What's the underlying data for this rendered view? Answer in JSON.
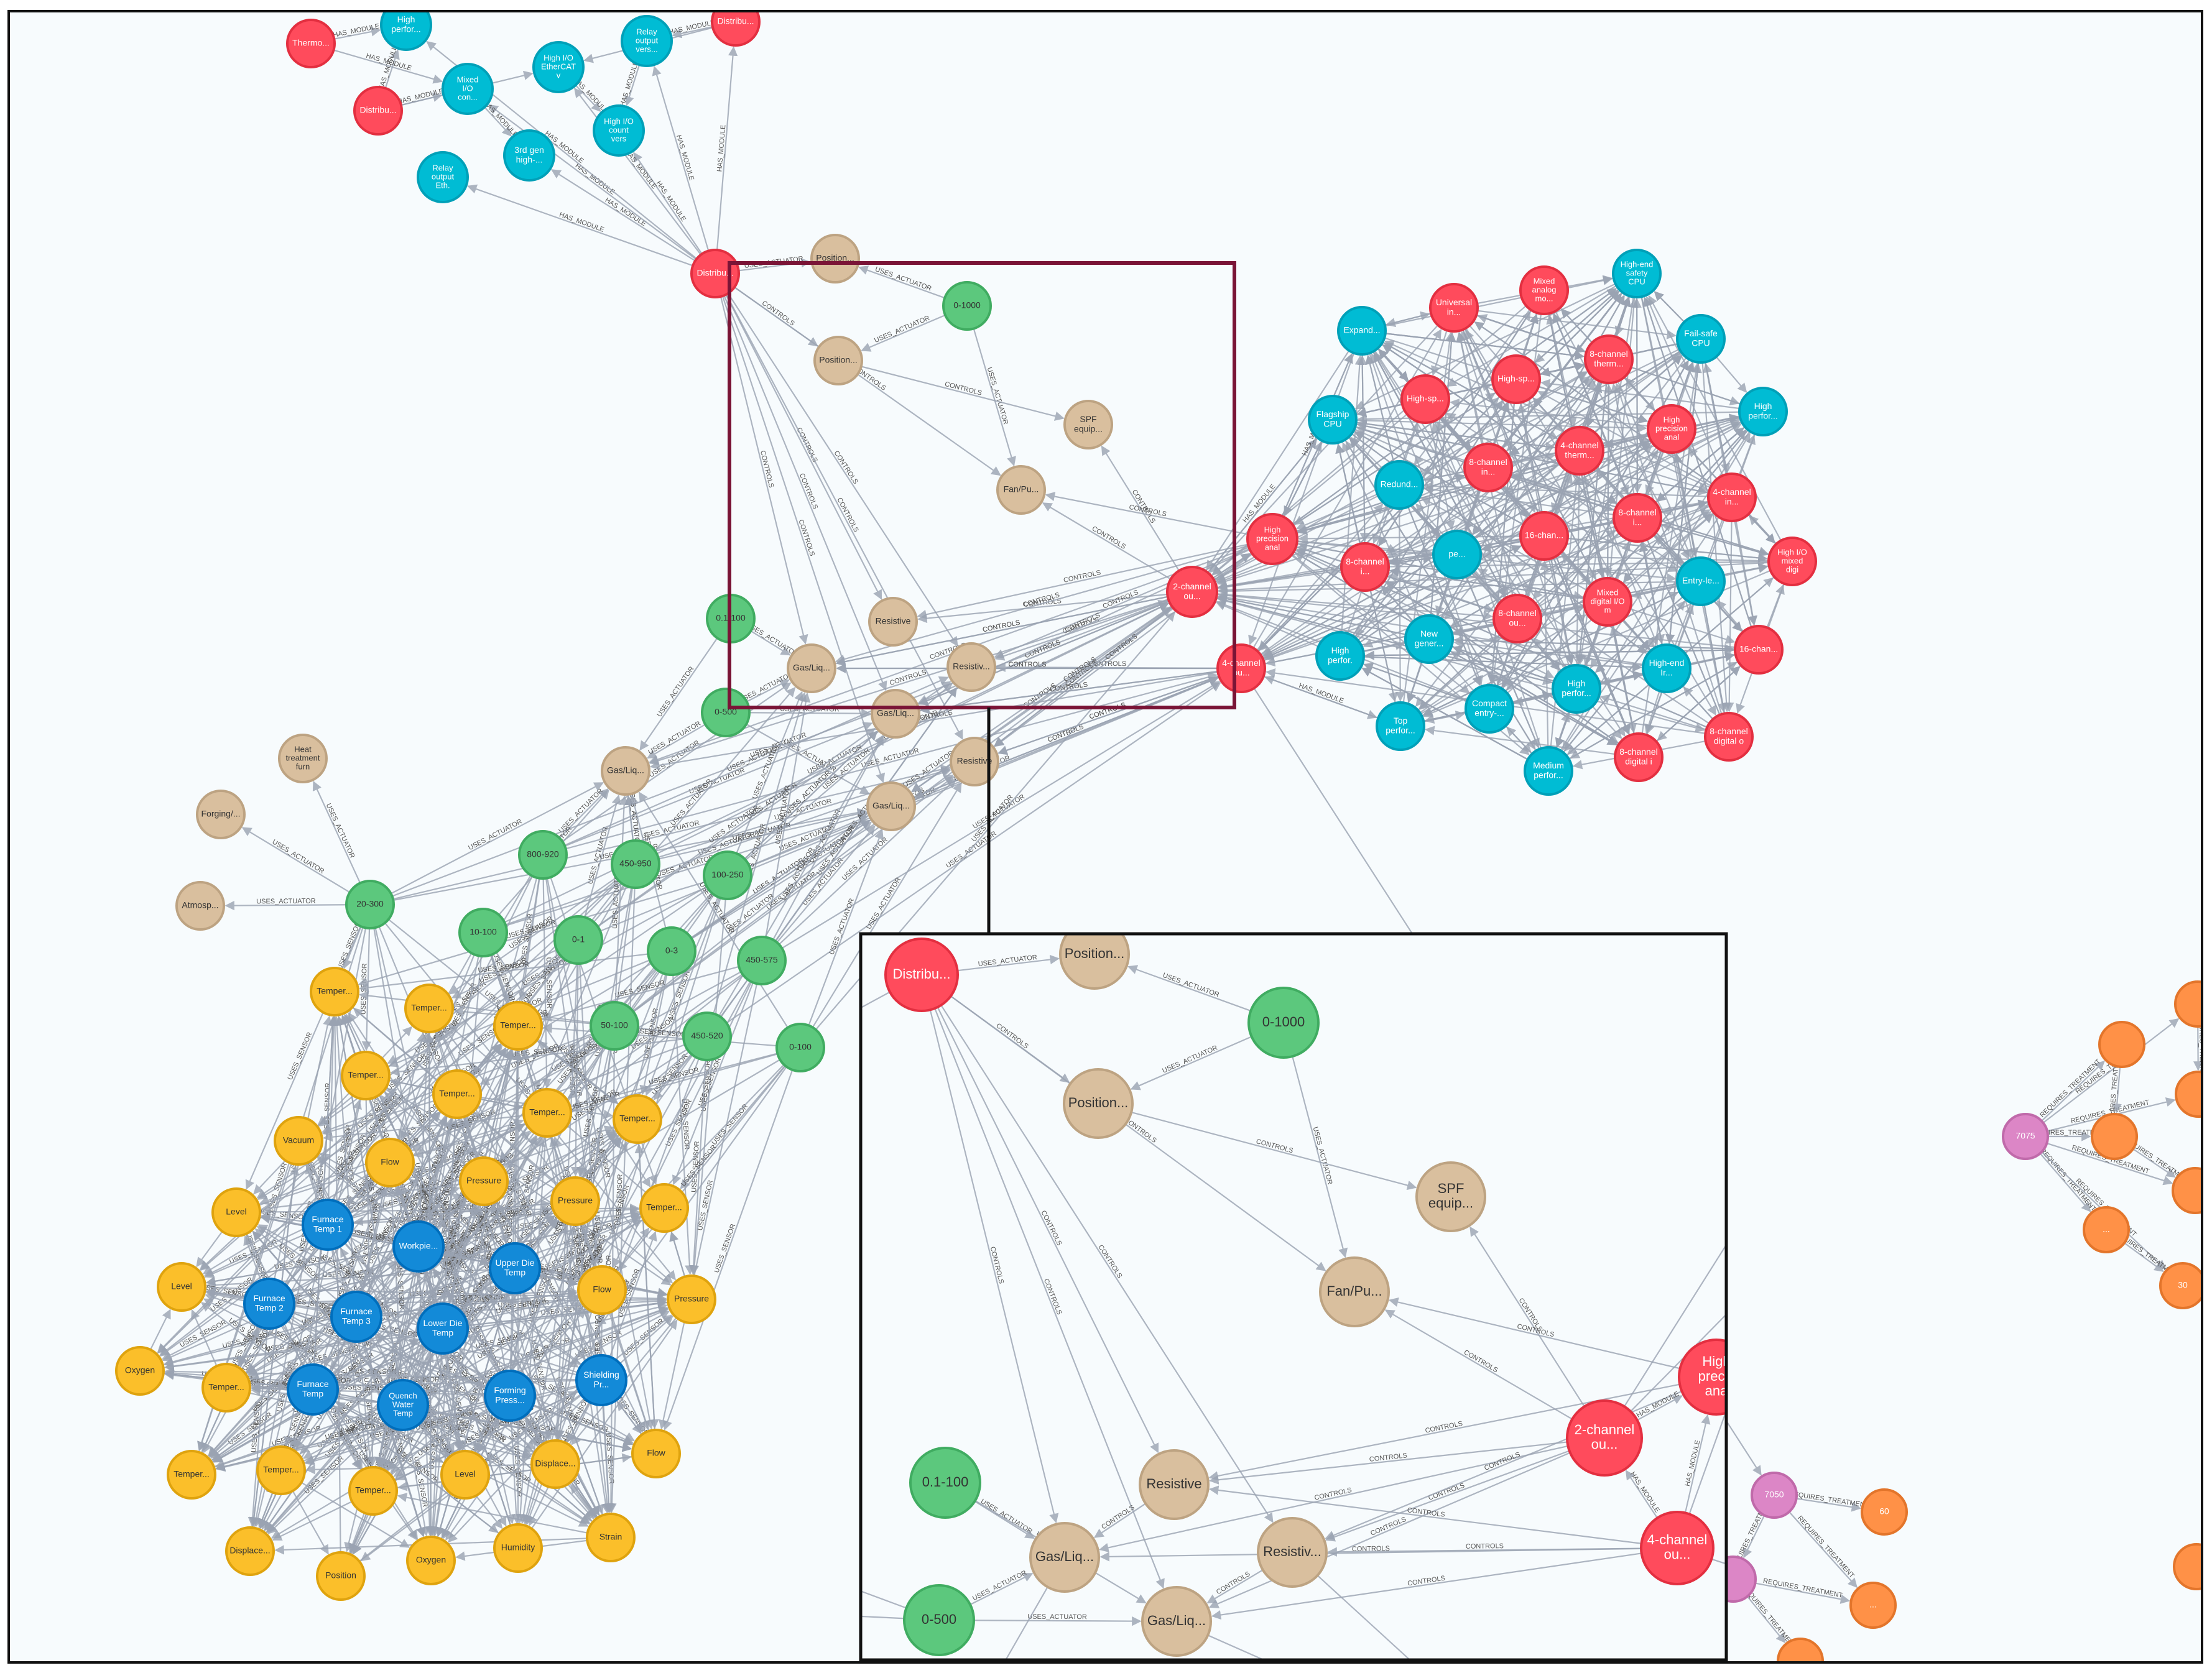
{
  "colors": {
    "plc": "#00bcd4",
    "red": "#ff4b5c",
    "tan": "#d9bf9e",
    "green": "#5cc87d",
    "yellow": "#fbbf2a",
    "blue": "#138ad8",
    "orange": "#ff9147",
    "pink": "#dc86c6",
    "zoom_box": "#7a1436"
  },
  "edge_labels": {
    "has_module": "HAS_MODULE",
    "uses_actuator": "USES_ACTUATOR",
    "controls": "CONTROLS",
    "uses_sensor": "USES_SENSOR",
    "requires_treatment": "REQUIRES_TREATMENT"
  },
  "nodes": [
    {
      "id": "n1",
      "group": "red",
      "lines": [
        "Thermo..."
      ]
    },
    {
      "id": "n2",
      "group": "plc",
      "lines": [
        "High",
        "perfor..."
      ]
    },
    {
      "id": "n3",
      "group": "plc",
      "lines": [
        "Mixed",
        "I/O",
        "con..."
      ]
    },
    {
      "id": "n4",
      "group": "plc",
      "lines": [
        "High I/O",
        "EtherCAT",
        "v"
      ]
    },
    {
      "id": "n5",
      "group": "plc",
      "lines": [
        "Relay",
        "output",
        "vers..."
      ]
    },
    {
      "id": "n6",
      "group": "red",
      "lines": [
        "Distribu..."
      ]
    },
    {
      "id": "n7",
      "group": "red",
      "lines": [
        "Distribu..."
      ]
    },
    {
      "id": "n8",
      "group": "plc",
      "lines": [
        "High I/O",
        "count",
        "vers"
      ]
    },
    {
      "id": "n9",
      "group": "plc",
      "lines": [
        "3rd gen",
        "high-..."
      ]
    },
    {
      "id": "n10",
      "group": "plc",
      "lines": [
        "Relay",
        "output",
        "Eth."
      ]
    },
    {
      "id": "n11",
      "group": "red",
      "lines": [
        "Distribu..."
      ]
    },
    {
      "id": "n12",
      "group": "tan",
      "lines": [
        "Position..."
      ]
    },
    {
      "id": "n13",
      "group": "green",
      "lines": [
        "0-1000"
      ]
    },
    {
      "id": "n14",
      "group": "tan",
      "lines": [
        "Position..."
      ]
    },
    {
      "id": "n15",
      "group": "tan",
      "lines": [
        "SPF",
        "equip..."
      ]
    },
    {
      "id": "n16",
      "group": "tan",
      "lines": [
        "Fan/Pu..."
      ]
    },
    {
      "id": "n17",
      "group": "red",
      "lines": [
        "2-channel",
        "ou..."
      ]
    },
    {
      "id": "n18",
      "group": "red",
      "lines": [
        "High",
        "precision",
        "anal"
      ]
    },
    {
      "id": "n19",
      "group": "red",
      "lines": [
        "4-channel",
        "ou..."
      ]
    },
    {
      "id": "n20",
      "group": "tan",
      "lines": [
        "Resistive"
      ]
    },
    {
      "id": "n21",
      "group": "tan",
      "lines": [
        "Resistiv..."
      ]
    },
    {
      "id": "n22",
      "group": "tan",
      "lines": [
        "Resistive"
      ]
    },
    {
      "id": "n23",
      "group": "green",
      "lines": [
        "0.1-100"
      ]
    },
    {
      "id": "n24",
      "group": "tan",
      "lines": [
        "Gas/Liq..."
      ]
    },
    {
      "id": "n25",
      "group": "green",
      "lines": [
        "0-500"
      ]
    },
    {
      "id": "n26",
      "group": "tan",
      "lines": [
        "Gas/Liq..."
      ]
    },
    {
      "id": "n27",
      "group": "tan",
      "lines": [
        "Gas/Liq..."
      ]
    },
    {
      "id": "n28",
      "group": "tan",
      "lines": [
        "Gas/Liq..."
      ]
    },
    {
      "id": "n29",
      "group": "tan",
      "lines": [
        "Heat",
        "treatment",
        "furn"
      ]
    },
    {
      "id": "n30",
      "group": "tan",
      "lines": [
        "Forging/..."
      ]
    },
    {
      "id": "n31",
      "group": "tan",
      "lines": [
        "Atmosp..."
      ]
    },
    {
      "id": "n32",
      "group": "green",
      "lines": [
        "20-300"
      ]
    },
    {
      "id": "n33",
      "group": "green",
      "lines": [
        "800-920"
      ]
    },
    {
      "id": "n34",
      "group": "green",
      "lines": [
        "450-950"
      ]
    },
    {
      "id": "n35",
      "group": "green",
      "lines": [
        "100-250"
      ]
    },
    {
      "id": "n36",
      "group": "green",
      "lines": [
        "10-100"
      ]
    },
    {
      "id": "n37",
      "group": "green",
      "lines": [
        "0-1"
      ]
    },
    {
      "id": "n38",
      "group": "green",
      "lines": [
        "0-3"
      ]
    },
    {
      "id": "n39",
      "group": "green",
      "lines": [
        "450-575"
      ]
    },
    {
      "id": "n40",
      "group": "green",
      "lines": [
        "50-100"
      ]
    },
    {
      "id": "n41",
      "group": "green",
      "lines": [
        "450-520"
      ]
    },
    {
      "id": "n42",
      "group": "green",
      "lines": [
        "0-100"
      ]
    },
    {
      "id": "y1",
      "group": "yellow",
      "lines": [
        "Temper..."
      ]
    },
    {
      "id": "y2",
      "group": "yellow",
      "lines": [
        "Temper..."
      ]
    },
    {
      "id": "y3",
      "group": "yellow",
      "lines": [
        "Temper..."
      ]
    },
    {
      "id": "y4",
      "group": "yellow",
      "lines": [
        "Temper..."
      ]
    },
    {
      "id": "y5",
      "group": "yellow",
      "lines": [
        "Temper..."
      ]
    },
    {
      "id": "y6",
      "group": "yellow",
      "lines": [
        "Temper..."
      ]
    },
    {
      "id": "y7",
      "group": "yellow",
      "lines": [
        "Temper..."
      ]
    },
    {
      "id": "y8",
      "group": "yellow",
      "lines": [
        "Vacuum"
      ]
    },
    {
      "id": "y9",
      "group": "yellow",
      "lines": [
        "Flow"
      ]
    },
    {
      "id": "y10",
      "group": "yellow",
      "lines": [
        "Pressure"
      ]
    },
    {
      "id": "y11",
      "group": "yellow",
      "lines": [
        "Pressure"
      ]
    },
    {
      "id": "y12",
      "group": "yellow",
      "lines": [
        "Temper..."
      ]
    },
    {
      "id": "y13",
      "group": "yellow",
      "lines": [
        "Level"
      ]
    },
    {
      "id": "y14",
      "group": "yellow",
      "lines": [
        "Level"
      ]
    },
    {
      "id": "y15",
      "group": "yellow",
      "lines": [
        "Flow"
      ]
    },
    {
      "id": "y16",
      "group": "yellow",
      "lines": [
        "Pressure"
      ]
    },
    {
      "id": "y17",
      "group": "yellow",
      "lines": [
        "Oxygen"
      ]
    },
    {
      "id": "y18",
      "group": "yellow",
      "lines": [
        "Temper..."
      ]
    },
    {
      "id": "y19",
      "group": "yellow",
      "lines": [
        "Temper..."
      ]
    },
    {
      "id": "y20",
      "group": "yellow",
      "lines": [
        "Temper..."
      ]
    },
    {
      "id": "y21",
      "group": "yellow",
      "lines": [
        "Temper..."
      ]
    },
    {
      "id": "y22",
      "group": "yellow",
      "lines": [
        "Level"
      ]
    },
    {
      "id": "y23",
      "group": "yellow",
      "lines": [
        "Displace..."
      ]
    },
    {
      "id": "y24",
      "group": "yellow",
      "lines": [
        "Flow"
      ]
    },
    {
      "id": "y25",
      "group": "yellow",
      "lines": [
        "Displace..."
      ]
    },
    {
      "id": "y26",
      "group": "yellow",
      "lines": [
        "Position"
      ]
    },
    {
      "id": "y27",
      "group": "yellow",
      "lines": [
        "Oxygen"
      ]
    },
    {
      "id": "y28",
      "group": "yellow",
      "lines": [
        "Humidity"
      ]
    },
    {
      "id": "y29",
      "group": "yellow",
      "lines": [
        "Strain"
      ]
    },
    {
      "id": "b1",
      "group": "blue",
      "lines": [
        "Furnace",
        "Temp 1"
      ]
    },
    {
      "id": "b2",
      "group": "blue",
      "lines": [
        "Workpie..."
      ]
    },
    {
      "id": "b3",
      "group": "blue",
      "lines": [
        "Upper Die",
        "Temp"
      ]
    },
    {
      "id": "b4",
      "group": "blue",
      "lines": [
        "Furnace",
        "Temp 2"
      ]
    },
    {
      "id": "b5",
      "group": "blue",
      "lines": [
        "Furnace",
        "Temp 3"
      ]
    },
    {
      "id": "b6",
      "group": "blue",
      "lines": [
        "Lower Die",
        "Temp"
      ]
    },
    {
      "id": "b7",
      "group": "blue",
      "lines": [
        "Furnace",
        "Temp"
      ]
    },
    {
      "id": "b8",
      "group": "blue",
      "lines": [
        "Quench",
        "Water",
        "Temp"
      ]
    },
    {
      "id": "b9",
      "group": "blue",
      "lines": [
        "Forming",
        "Press..."
      ]
    },
    {
      "id": "b10",
      "group": "blue",
      "lines": [
        "Shielding",
        "Pr..."
      ]
    },
    {
      "id": "c1",
      "group": "plc",
      "lines": [
        "High-end",
        "safety",
        "CPU"
      ]
    },
    {
      "id": "c2",
      "group": "red",
      "lines": [
        "Mixed",
        "analog",
        "mo..."
      ]
    },
    {
      "id": "c3",
      "group": "red",
      "lines": [
        "Universal",
        "in..."
      ]
    },
    {
      "id": "c4",
      "group": "plc",
      "lines": [
        "Expand..."
      ]
    },
    {
      "id": "c5",
      "group": "plc",
      "lines": [
        "Fail-safe",
        "CPU"
      ]
    },
    {
      "id": "c6",
      "group": "red",
      "lines": [
        "8-channel",
        "therm..."
      ]
    },
    {
      "id": "c7",
      "group": "red",
      "lines": [
        "High-sp..."
      ]
    },
    {
      "id": "c8",
      "group": "red",
      "lines": [
        "High-sp..."
      ]
    },
    {
      "id": "c9",
      "group": "plc",
      "lines": [
        "Flagship",
        "CPU"
      ]
    },
    {
      "id": "c10",
      "group": "plc",
      "lines": [
        "High",
        "perfor..."
      ]
    },
    {
      "id": "c11",
      "group": "red",
      "lines": [
        "High",
        "precision",
        "anal"
      ]
    },
    {
      "id": "c12",
      "group": "red",
      "lines": [
        "8-channel",
        "in..."
      ]
    },
    {
      "id": "c13",
      "group": "red",
      "lines": [
        "4-channel",
        "therm..."
      ]
    },
    {
      "id": "c14",
      "group": "plc",
      "lines": [
        "Redund..."
      ]
    },
    {
      "id": "c15",
      "group": "red",
      "lines": [
        "8-channel",
        "i..."
      ]
    },
    {
      "id": "c16",
      "group": "red",
      "lines": [
        "4-channel",
        "in..."
      ]
    },
    {
      "id": "c17",
      "group": "red",
      "lines": [
        "16-chan..."
      ]
    },
    {
      "id": "c18",
      "group": "red",
      "lines": [
        "8-channel",
        "i..."
      ]
    },
    {
      "id": "c19",
      "group": "plc",
      "lines": [
        "pe..."
      ]
    },
    {
      "id": "c20",
      "group": "red",
      "lines": [
        "High I/O",
        "mixed",
        "digi"
      ]
    },
    {
      "id": "c21",
      "group": "plc",
      "lines": [
        "Entry-le..."
      ]
    },
    {
      "id": "c22",
      "group": "red",
      "lines": [
        "Mixed",
        "digital I/O",
        "m"
      ]
    },
    {
      "id": "c23",
      "group": "red",
      "lines": [
        "8-channel",
        "ou..."
      ]
    },
    {
      "id": "c24",
      "group": "plc",
      "lines": [
        "New",
        "gener..."
      ]
    },
    {
      "id": "c25",
      "group": "plc",
      "lines": [
        "High",
        "perfor."
      ]
    },
    {
      "id": "c26",
      "group": "red",
      "lines": [
        "16-chan..."
      ]
    },
    {
      "id": "c27",
      "group": "plc",
      "lines": [
        "High-end",
        "Ir..."
      ]
    },
    {
      "id": "c28",
      "group": "plc",
      "lines": [
        "High",
        "perfor..."
      ]
    },
    {
      "id": "c29",
      "group": "plc",
      "lines": [
        "Compact",
        "entry-..."
      ]
    },
    {
      "id": "c30",
      "group": "plc",
      "lines": [
        "Top",
        "perfor..."
      ]
    },
    {
      "id": "c31",
      "group": "red",
      "lines": [
        "8-channel",
        "digital o"
      ]
    },
    {
      "id": "c32",
      "group": "red",
      "lines": [
        "8-channel",
        "digital i"
      ]
    },
    {
      "id": "c33",
      "group": "plc",
      "lines": [
        "Medium",
        "perfor..."
      ]
    },
    {
      "id": "o1",
      "group": "pink",
      "lines": [
        "7075"
      ]
    },
    {
      "id": "o2",
      "group": "orange",
      "lines": [
        "",
        ""
      ]
    },
    {
      "id": "o3",
      "group": "orange",
      "lines": [
        ""
      ]
    },
    {
      "id": "o4",
      "group": "orange",
      "lines": [
        ""
      ]
    },
    {
      "id": "o5",
      "group": "orange",
      "lines": [
        ""
      ]
    },
    {
      "id": "o6",
      "group": "orange",
      "lines": [
        ""
      ]
    },
    {
      "id": "o7",
      "group": "orange",
      "lines": [
        "..."
      ]
    },
    {
      "id": "o8",
      "group": "orange",
      "lines": [
        "30"
      ]
    },
    {
      "id": "o9",
      "group": "pink",
      "lines": [
        "7050"
      ]
    },
    {
      "id": "o10",
      "group": "orange",
      "lines": [
        "60"
      ]
    },
    {
      "id": "o11",
      "group": "orange",
      "lines": [
        "..."
      ]
    },
    {
      "id": "o12",
      "group": "orange",
      "lines": [
        ""
      ]
    },
    {
      "id": "o13",
      "group": "pink",
      "lines": [
        ""
      ]
    },
    {
      "id": "o14",
      "group": "orange",
      "lines": [
        ""
      ]
    },
    {
      "id": "z1",
      "group": "red",
      "lines": [
        "Distribu..."
      ]
    },
    {
      "id": "z2",
      "group": "tan",
      "lines": [
        "Position..."
      ]
    },
    {
      "id": "z3",
      "group": "green",
      "lines": [
        "0-1000"
      ]
    },
    {
      "id": "z4",
      "group": "tan",
      "lines": [
        "Position..."
      ]
    },
    {
      "id": "z5",
      "group": "tan",
      "lines": [
        "SPF",
        "equip..."
      ]
    },
    {
      "id": "z6",
      "group": "tan",
      "lines": [
        "Fan/Pu..."
      ]
    },
    {
      "id": "z7",
      "group": "red",
      "lines": [
        "High",
        "precis",
        "ana"
      ]
    },
    {
      "id": "z8",
      "group": "red",
      "lines": [
        "2-channel",
        "ou..."
      ]
    },
    {
      "id": "z9",
      "group": "green",
      "lines": [
        "0.1-100"
      ]
    },
    {
      "id": "z10",
      "group": "tan",
      "lines": [
        "Resistive"
      ]
    },
    {
      "id": "z11",
      "group": "tan",
      "lines": [
        "Gas/Liq..."
      ]
    },
    {
      "id": "z12",
      "group": "tan",
      "lines": [
        "Resistiv..."
      ]
    },
    {
      "id": "z13",
      "group": "red",
      "lines": [
        "4-channel",
        "ou..."
      ]
    },
    {
      "id": "z14",
      "group": "green",
      "lines": [
        "0-500"
      ]
    },
    {
      "id": "z15",
      "group": "tan",
      "lines": [
        "Gas/Liq..."
      ]
    }
  ]
}
